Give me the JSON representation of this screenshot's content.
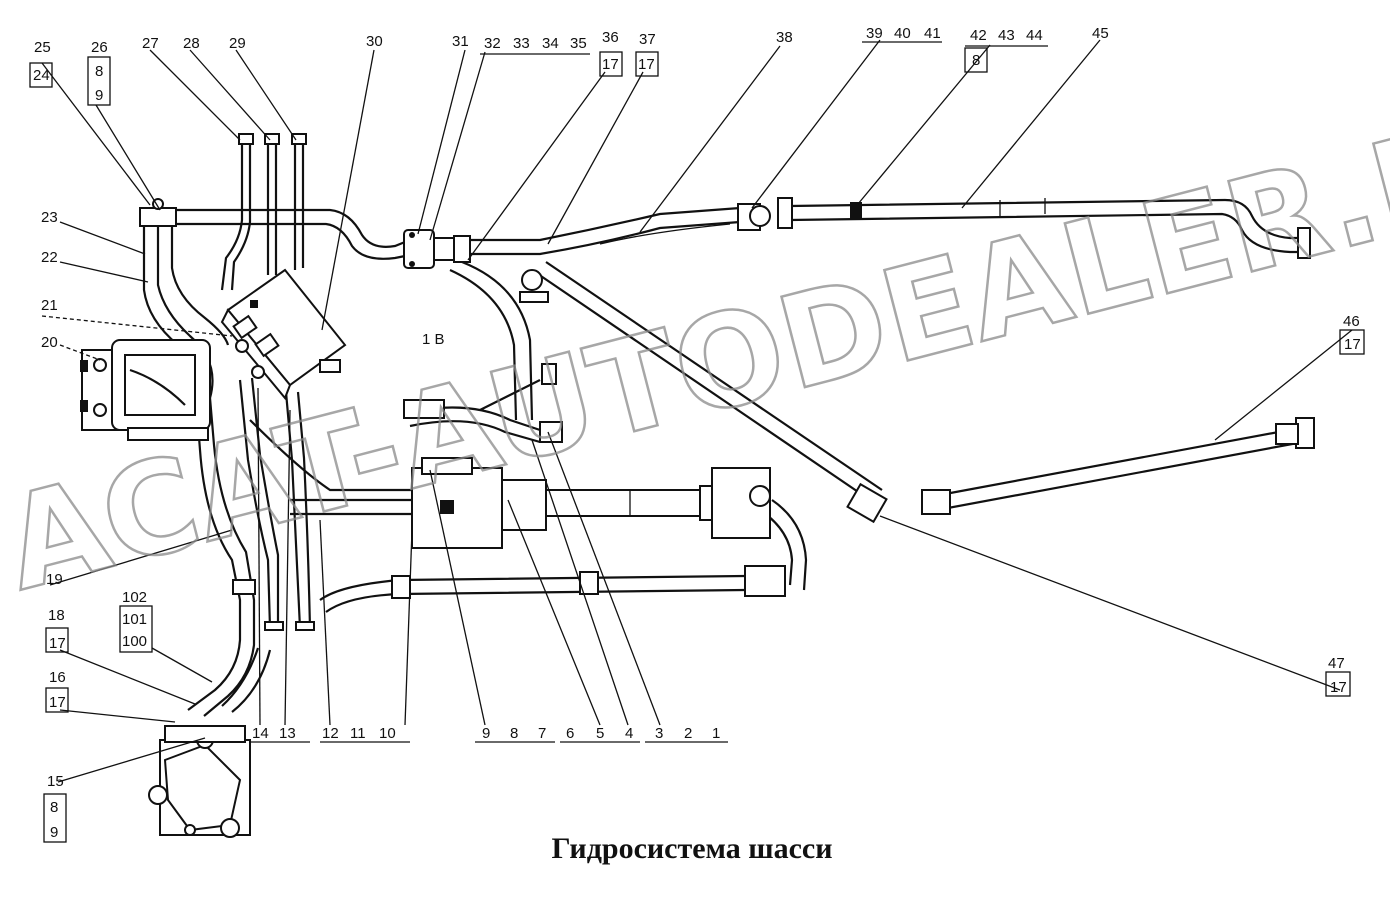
{
  "diagram": {
    "title": "Гидросистема шасси",
    "area_mark": "1 B",
    "watermark": "ACAT-AUTODEALER.RU",
    "callouts_top": [
      {
        "id": "c25",
        "text": "25"
      },
      {
        "id": "c24",
        "text": "24"
      },
      {
        "id": "c26",
        "text": "26"
      },
      {
        "id": "c26b",
        "text": "8"
      },
      {
        "id": "c26c",
        "text": "9"
      },
      {
        "id": "c27",
        "text": "27"
      },
      {
        "id": "c28",
        "text": "28"
      },
      {
        "id": "c29",
        "text": "29"
      },
      {
        "id": "c30",
        "text": "30"
      },
      {
        "id": "c31",
        "text": "31"
      },
      {
        "id": "c32",
        "text": "32"
      },
      {
        "id": "c33",
        "text": "33"
      },
      {
        "id": "c34",
        "text": "34"
      },
      {
        "id": "c35",
        "text": "35"
      },
      {
        "id": "c36",
        "text": "36"
      },
      {
        "id": "c36b",
        "text": "17"
      },
      {
        "id": "c37",
        "text": "37"
      },
      {
        "id": "c37b",
        "text": "17"
      },
      {
        "id": "c38",
        "text": "38"
      },
      {
        "id": "c39",
        "text": "39"
      },
      {
        "id": "c40",
        "text": "40"
      },
      {
        "id": "c41",
        "text": "41"
      },
      {
        "id": "c42",
        "text": "42"
      },
      {
        "id": "c42b",
        "text": "8"
      },
      {
        "id": "c43",
        "text": "43"
      },
      {
        "id": "c44",
        "text": "44"
      },
      {
        "id": "c45",
        "text": "45"
      }
    ],
    "callouts_left": [
      {
        "id": "c23",
        "text": "23"
      },
      {
        "id": "c22",
        "text": "22"
      },
      {
        "id": "c21",
        "text": "21"
      },
      {
        "id": "c20",
        "text": "20"
      },
      {
        "id": "c19",
        "text": "19"
      },
      {
        "id": "c18",
        "text": "18"
      },
      {
        "id": "c102",
        "text": "102"
      },
      {
        "id": "c101",
        "text": "101"
      },
      {
        "id": "c100",
        "text": "100"
      },
      {
        "id": "c17",
        "text": "17"
      },
      {
        "id": "c16",
        "text": "16"
      },
      {
        "id": "c16b",
        "text": "17"
      },
      {
        "id": "c15",
        "text": "15"
      },
      {
        "id": "c15b",
        "text": "8"
      },
      {
        "id": "c15c",
        "text": "9"
      }
    ],
    "callouts_right": [
      {
        "id": "c46",
        "text": "46"
      },
      {
        "id": "c46b",
        "text": "17"
      },
      {
        "id": "c47",
        "text": "47"
      },
      {
        "id": "c47b",
        "text": "17"
      }
    ],
    "callouts_bottom": [
      {
        "id": "c14",
        "text": "14"
      },
      {
        "id": "c13",
        "text": "13"
      },
      {
        "id": "c12",
        "text": "12"
      },
      {
        "id": "c11",
        "text": "11"
      },
      {
        "id": "c10",
        "text": "10"
      },
      {
        "id": "c9",
        "text": "9"
      },
      {
        "id": "c8",
        "text": "8"
      },
      {
        "id": "c7",
        "text": "7"
      },
      {
        "id": "c6",
        "text": "6"
      },
      {
        "id": "c5",
        "text": "5"
      },
      {
        "id": "c4",
        "text": "4"
      },
      {
        "id": "c3",
        "text": "3"
      },
      {
        "id": "c2",
        "text": "2"
      },
      {
        "id": "c1",
        "text": "1"
      }
    ]
  }
}
